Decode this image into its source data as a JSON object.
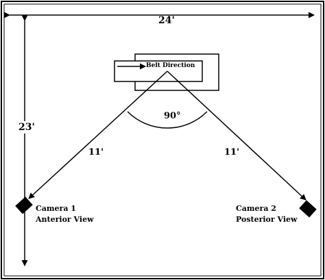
{
  "dimensions": {
    "width_label": "24'",
    "height_label": "23'"
  },
  "belt": {
    "label": "Belt Direction"
  },
  "angle": {
    "label": "90°"
  },
  "distances": {
    "left": "11'",
    "right": "11'"
  },
  "camera1": {
    "name": "Camera 1",
    "view": "Anterior View"
  },
  "camera2": {
    "name": "Camera 2",
    "view": "Posterior View"
  }
}
